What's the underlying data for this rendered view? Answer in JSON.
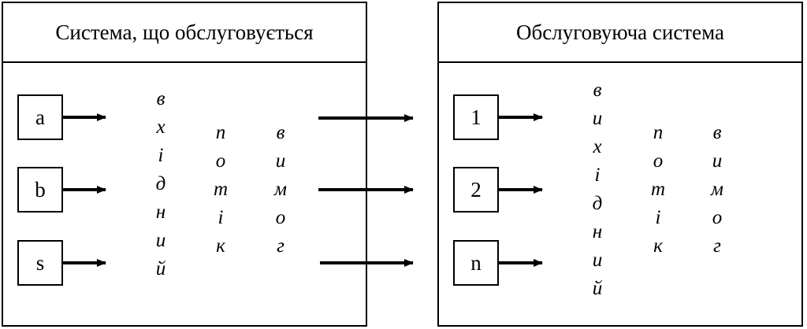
{
  "served_system": {
    "title": "Система, що обслуговується",
    "sources": [
      "a",
      "b",
      "s"
    ],
    "flow_label_1": "вхідний",
    "flow_label_2": "потік",
    "flow_label_3": "вимог"
  },
  "serving_system": {
    "title": "Обслуговуюча система",
    "channels": [
      "1",
      "2",
      "n"
    ],
    "flow_label_1": "вихідний",
    "flow_label_2": "потік",
    "flow_label_3": "вимог"
  }
}
